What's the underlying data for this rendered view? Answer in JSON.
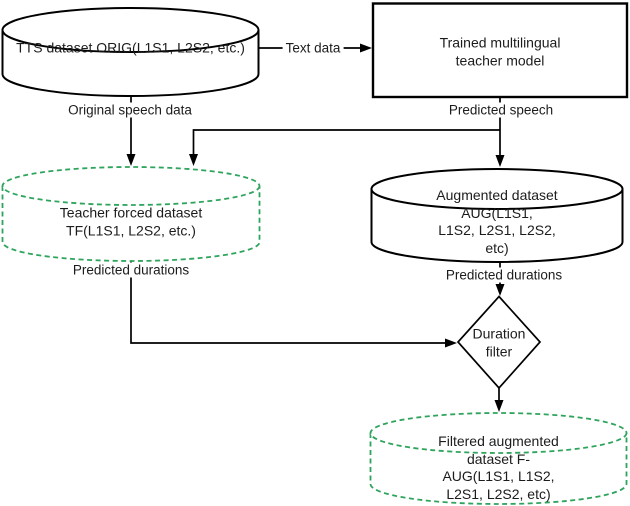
{
  "diagram": {
    "type": "flowchart",
    "colors": {
      "solid_outline": "#000000",
      "dashed_outline": "#2ea45c",
      "background": "#ffffff",
      "text": "#1c1c1c"
    },
    "nodes": {
      "orig_dataset": {
        "shape": "cylinder",
        "style": "solid-black",
        "label": "TTS dataset ORIG(L1S1, L2S2, etc.)"
      },
      "teacher_model": {
        "shape": "rectangle",
        "style": "solid-black",
        "label": "Trained multilingual\nteacher model"
      },
      "tf_dataset": {
        "shape": "cylinder",
        "style": "dashed-green",
        "label": "Teacher forced dataset\nTF(L1S1, L2S2, etc.)"
      },
      "aug_dataset": {
        "shape": "cylinder",
        "style": "solid-black",
        "label": "Augmented dataset AUG(L1S1,\nL1S2, L2S1, L2S2, etc)"
      },
      "duration_filter": {
        "shape": "diamond",
        "style": "solid-black",
        "label": "Duration\nfilter"
      },
      "filtered_dataset": {
        "shape": "cylinder",
        "style": "dashed-green",
        "label": "Filtered augmented dataset F-\nAUG(L1S1, L1S2, L2S1, L2S2, etc)"
      }
    },
    "edge_labels": {
      "text_data": "Text data",
      "original_speech": "Original speech data",
      "predicted_speech": "Predicted speech",
      "predicted_durations_left": "Predicted durations",
      "predicted_durations_right": "Predicted durations"
    },
    "connections": [
      {
        "from": "orig_dataset",
        "to": "teacher_model",
        "label": "Text data"
      },
      {
        "from": "orig_dataset",
        "to": "tf_dataset",
        "label": "Original speech data"
      },
      {
        "from": "teacher_model",
        "to": "tf_dataset",
        "label": "Predicted speech"
      },
      {
        "from": "teacher_model",
        "to": "aug_dataset",
        "label": "Predicted speech"
      },
      {
        "from": "tf_dataset",
        "to": "duration_filter",
        "label": "Predicted durations"
      },
      {
        "from": "aug_dataset",
        "to": "duration_filter",
        "label": "Predicted durations"
      },
      {
        "from": "duration_filter",
        "to": "filtered_dataset",
        "label": ""
      }
    ]
  }
}
